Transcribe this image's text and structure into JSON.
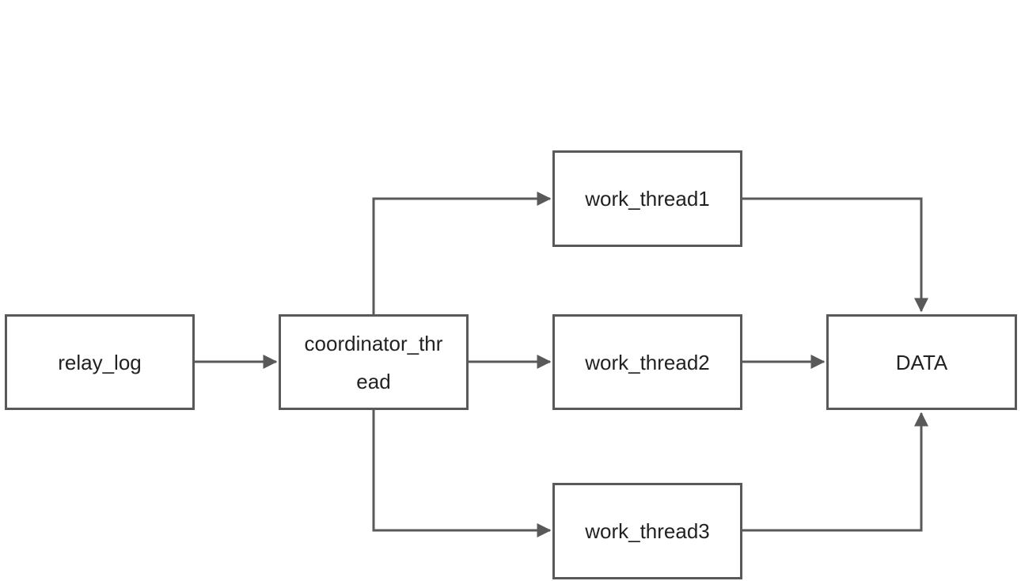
{
  "diagram": {
    "nodes": {
      "relay_log": {
        "label": "relay_log"
      },
      "coordinator": {
        "label": "coordinator_thr\nead"
      },
      "work_thread1": {
        "label": "work_thread1"
      },
      "work_thread2": {
        "label": "work_thread2"
      },
      "work_thread3": {
        "label": "work_thread3"
      },
      "data": {
        "label": "DATA"
      }
    },
    "edges": [
      {
        "from": "relay_log",
        "to": "coordinator"
      },
      {
        "from": "coordinator",
        "to": "work_thread1"
      },
      {
        "from": "coordinator",
        "to": "work_thread2"
      },
      {
        "from": "coordinator",
        "to": "work_thread3"
      },
      {
        "from": "work_thread1",
        "to": "data"
      },
      {
        "from": "work_thread2",
        "to": "data"
      },
      {
        "from": "work_thread3",
        "to": "data"
      }
    ],
    "colors": {
      "stroke": "#595959",
      "text": "#222222",
      "background": "#ffffff"
    }
  }
}
